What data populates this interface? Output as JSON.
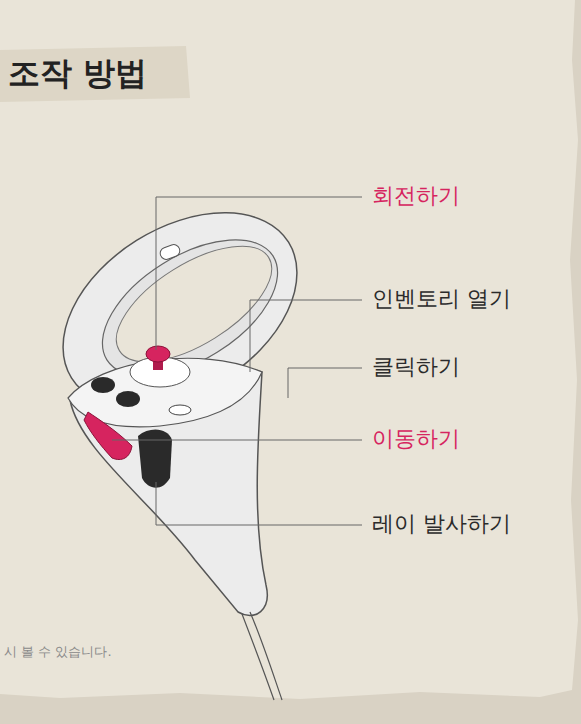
{
  "diagram": {
    "title": "조작 방법",
    "labels": [
      "회전하기",
      "인벤토리 열기",
      "클릭하기",
      "이동하기",
      "레이 발사하기",
      "시 볼 수 있습니다."
    ]
  }
}
